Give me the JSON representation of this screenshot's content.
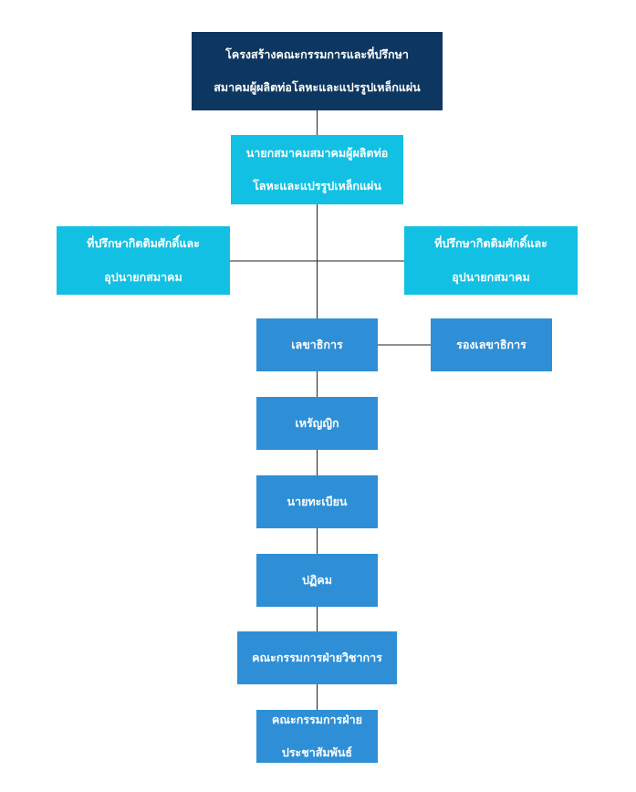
{
  "org_chart": {
    "root": {
      "line1": "โครงสร้างคณะกรรมการและที่ปรึกษา",
      "line2": "สมาคมผู้ผลิตท่อโลหะและแปรรูปเหล็กแผ่น"
    },
    "president": {
      "line1": "นายกสมาคมสมาคมผู้ผลิตท่อ",
      "line2": "โลหะและแปรรูปเหล็กแผ่น"
    },
    "advisor_left": {
      "line1": "ที่ปรึกษากิตติมศักดิ์และ",
      "line2": "อุปนายกสมาคม"
    },
    "advisor_right": {
      "line1": "ที่ปรึกษากิตติมศักดิ์และ",
      "line2": "อุปนายกสมาคม"
    },
    "secretary": "เลขาธิการ",
    "vice_secretary": "รองเลขาธิการ",
    "treasurer": "เหรัญญิก",
    "registrar": "นายทะเบียน",
    "reception": "ปฏิคม",
    "academic_committee": "คณะกรรมการฝ่ายวิชาการ",
    "pr_committee": {
      "line1": "คณะกรรมการฝ่าย",
      "line2": "ประชาสัมพันธ์"
    }
  },
  "colors": {
    "root": "#0d3760",
    "advisors": "#12c0e3",
    "officers": "#2e8fd6",
    "connector": "#222222"
  }
}
